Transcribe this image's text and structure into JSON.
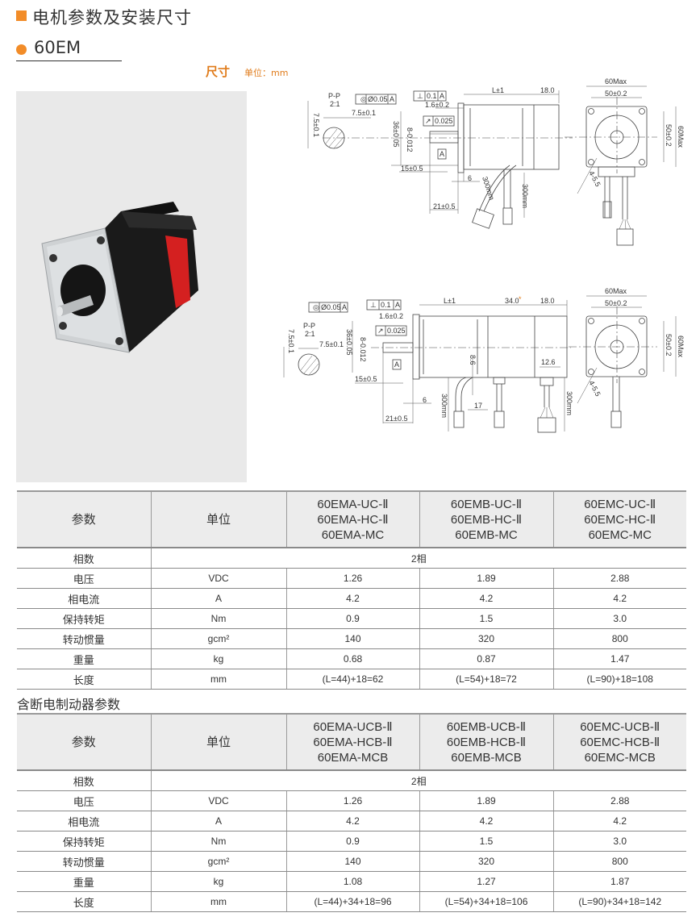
{
  "header": {
    "title": "电机参数及安装尺寸",
    "model": "60EM",
    "dim_title": "尺寸",
    "dim_unit": "单位：mm"
  },
  "colors": {
    "accent": "#f28c28",
    "header_bg": "#ececec",
    "motor_band": "#d42020"
  },
  "drawing_top": {
    "section": "P-P",
    "scale": "2:1",
    "flat": "7.5±0.1",
    "flat_h": "7.5±0.1",
    "runout_sym": "◎",
    "runout": "Ø0.05",
    "datum": "A",
    "perp_sym": "⊥",
    "perp": "0.1",
    "circ_sym": "↗",
    "circ": "0.025",
    "pilot": "36±0.05",
    "shaft": "8-0.012",
    "flange_gap": "1.6±0.2",
    "shaft_len1": "15±0.5",
    "flange_th": "6",
    "shaft_len2": "21±0.5",
    "body_len": "L±1",
    "rear_len": "18.0",
    "cable1": "300mm",
    "cable2": "300mm",
    "front_outer": "60Max",
    "front_pitch": "50±0.2",
    "front_pitch_v": "50±0.2",
    "front_outer_v": "60Max",
    "holes": "4-5.5"
  },
  "drawing_bottom": {
    "section": "P-P",
    "scale": "2:1",
    "flat": "7.5±0.1",
    "flat_h": "7.5±0.1",
    "runout_sym": "◎",
    "runout": "Ø0.05",
    "datum": "A",
    "perp_sym": "⊥",
    "perp": "0.1",
    "circ_sym": "↗",
    "circ": "0.025",
    "pilot": "36±0.05",
    "shaft": "8-0.012",
    "flange_gap": "1.6±0.2",
    "shaft_len1": "15±0.5",
    "flange_th": "6",
    "shaft_len2": "21±0.5",
    "body_len": "L±1",
    "brake_len": "34.0",
    "brake_mark": "*",
    "rear_len": "18.0",
    "brake_h": "8.6",
    "conn_w": "12.6",
    "brake_conn": "17",
    "cable1": "300mm",
    "cable2": "300mm",
    "front_outer": "60Max",
    "front_pitch": "50±0.2",
    "front_pitch_v": "50±0.2",
    "front_outer_v": "60Max",
    "holes": "4-5.5"
  },
  "table1": {
    "header": [
      "参数",
      "单位",
      "60EMA-UC-Ⅱ\n60EMA-HC-Ⅱ\n60EMA-MC",
      "60EMB-UC-Ⅱ\n60EMB-HC-Ⅱ\n60EMB-MC",
      "60EMC-UC-Ⅱ\n60EMC-HC-Ⅱ\n60EMC-MC"
    ],
    "phase_row": [
      "相数",
      "2相"
    ],
    "rows": [
      [
        "电压",
        "VDC",
        "1.26",
        "1.89",
        "2.88"
      ],
      [
        "相电流",
        "A",
        "4.2",
        "4.2",
        "4.2"
      ],
      [
        "保持转矩",
        "Nm",
        "0.9",
        "1.5",
        "3.0"
      ],
      [
        "转动惯量",
        "gcm²",
        "140",
        "320",
        "800"
      ],
      [
        "重量",
        "kg",
        "0.68",
        "0.87",
        "1.47"
      ],
      [
        "长度",
        "mm",
        "(L=44)+18=62",
        "(L=54)+18=72",
        "(L=90)+18=108"
      ]
    ]
  },
  "table2": {
    "title": "含断电制动器参数",
    "header": [
      "参数",
      "单位",
      "60EMA-UCB-Ⅱ\n60EMA-HCB-Ⅱ\n60EMA-MCB",
      "60EMB-UCB-Ⅱ\n60EMB-HCB-Ⅱ\n60EMB-MCB",
      "60EMC-UCB-Ⅱ\n60EMC-HCB-Ⅱ\n60EMC-MCB"
    ],
    "phase_row": [
      "相数",
      "2相"
    ],
    "rows": [
      [
        "电压",
        "VDC",
        "1.26",
        "1.89",
        "2.88"
      ],
      [
        "相电流",
        "A",
        "4.2",
        "4.2",
        "4.2"
      ],
      [
        "保持转矩",
        "Nm",
        "0.9",
        "1.5",
        "3.0"
      ],
      [
        "转动惯量",
        "gcm²",
        "140",
        "320",
        "800"
      ],
      [
        "重量",
        "kg",
        "1.08",
        "1.27",
        "1.87"
      ],
      [
        "长度",
        "mm",
        "(L=44)+34+18=96",
        "(L=54)+34+18=106",
        "(L=90)+34+18=142"
      ]
    ]
  }
}
